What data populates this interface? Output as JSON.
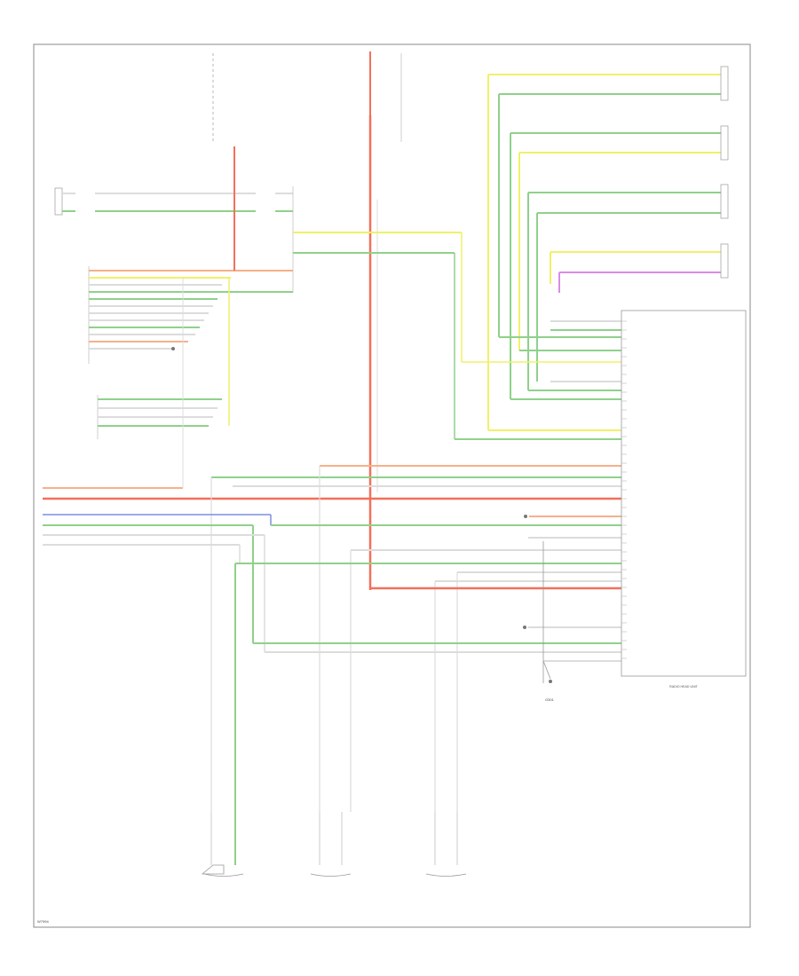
{
  "diagram_code": "W7994",
  "module_label": "RADIO HEAD UNIT",
  "ground_label": "G301",
  "colors": {
    "red": "#f2705a",
    "green": "#8fd18a",
    "yellow": "#f1f06a",
    "blue": "#7d8fe0",
    "violet": "#d98ce6",
    "gray": "#cfcfcf",
    "orange": "#f6b08a",
    "frame": "#888888"
  },
  "speakers": [
    {
      "id": "speaker-1"
    },
    {
      "id": "speaker-2"
    },
    {
      "id": "speaker-3"
    }
  ]
}
